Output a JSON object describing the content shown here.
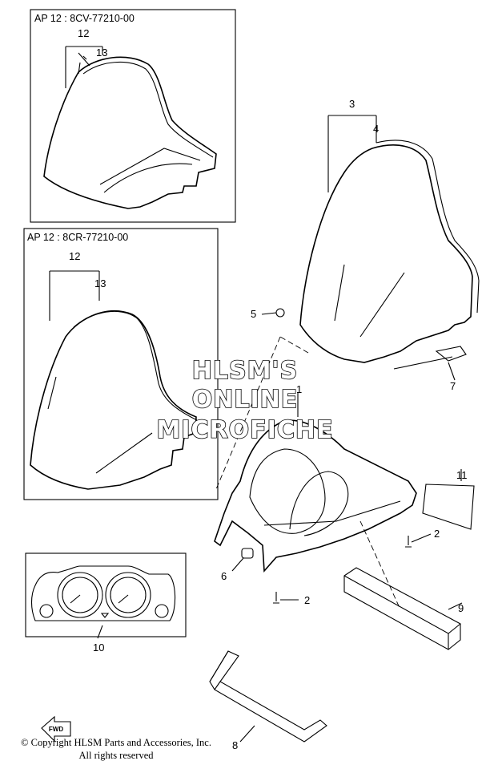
{
  "colors": {
    "ink": "#000000",
    "paper": "#ffffff"
  },
  "inset_boxes": [
    {
      "label": "AP 12 : 8CV-77210-00"
    },
    {
      "label": "AP 12 : 8CR-77210-00"
    }
  ],
  "callouts": {
    "c1": "1",
    "c2a": "2",
    "c2b": "2",
    "c3": "3",
    "c4": "4",
    "c5": "5",
    "c6": "6",
    "c7": "7",
    "c8": "8",
    "c9": "9",
    "c10": "10",
    "c11": "11",
    "box1_12": "12",
    "box1_13": "13",
    "box2_12": "12",
    "box2_13": "13"
  },
  "watermark": {
    "line1": "HLSM'S",
    "line2": "ONLINE",
    "line3": "MICROFICHE"
  },
  "fwd_arrow": {
    "label": "FWD"
  },
  "copyright": {
    "line1": "© Copyright HLSM Parts and Accessories, Inc.",
    "line2": "All rights reserved"
  }
}
